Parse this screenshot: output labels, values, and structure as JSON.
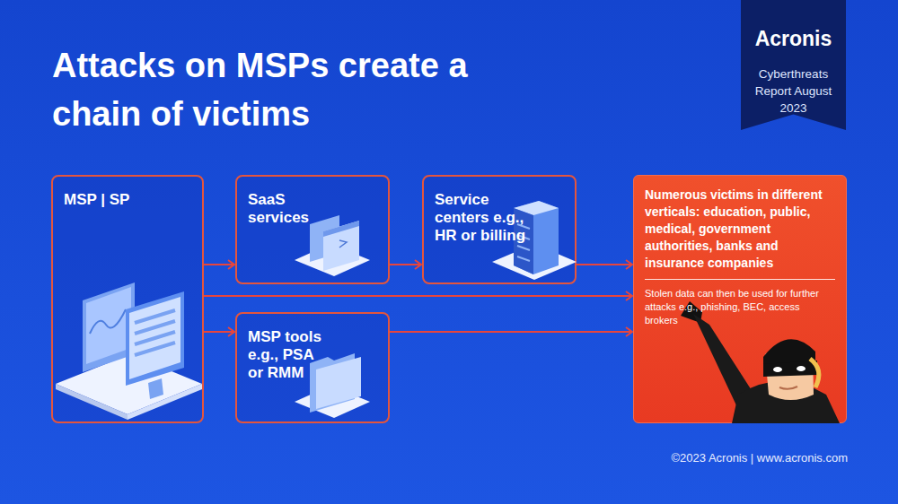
{
  "diagram": {
    "title": "Attacks on MSPs create a chain of victims",
    "nodes": [
      {
        "text": [
          "Acronis",
          "Cyberthreats Report August 2023"
        ]
      },
      {
        "text": [
          "MSP | SP"
        ]
      },
      {
        "text": [
          "SaaS services"
        ]
      },
      {
        "text": [
          "Service centers e.g., HR or billing"
        ]
      },
      {
        "text": [
          "Numerous victims in different verticals: education, public, medical, government authorities, banks and insurance companies",
          "Stolen data can then be used for further attacks e.g., phishing, BEC, access brokers"
        ]
      },
      {
        "text": [
          "MSP tools e.g., PSA or RMM"
        ]
      }
    ],
    "edges": [
      {
        "from": 1,
        "to": 2,
        "arrow": "to"
      },
      {
        "from": 2,
        "to": 3,
        "arrow": "to"
      },
      {
        "from": 3,
        "to": 4,
        "arrow": "to"
      },
      {
        "from": 1,
        "to": 4,
        "arrow": "to"
      },
      {
        "from": 1,
        "to": 5,
        "arrow": "to"
      },
      {
        "from": 5,
        "to": 4,
        "arrow": "to"
      }
    ],
    "labels": [
      "©2023 Acronis | www.acronis.com"
    ]
  }
}
